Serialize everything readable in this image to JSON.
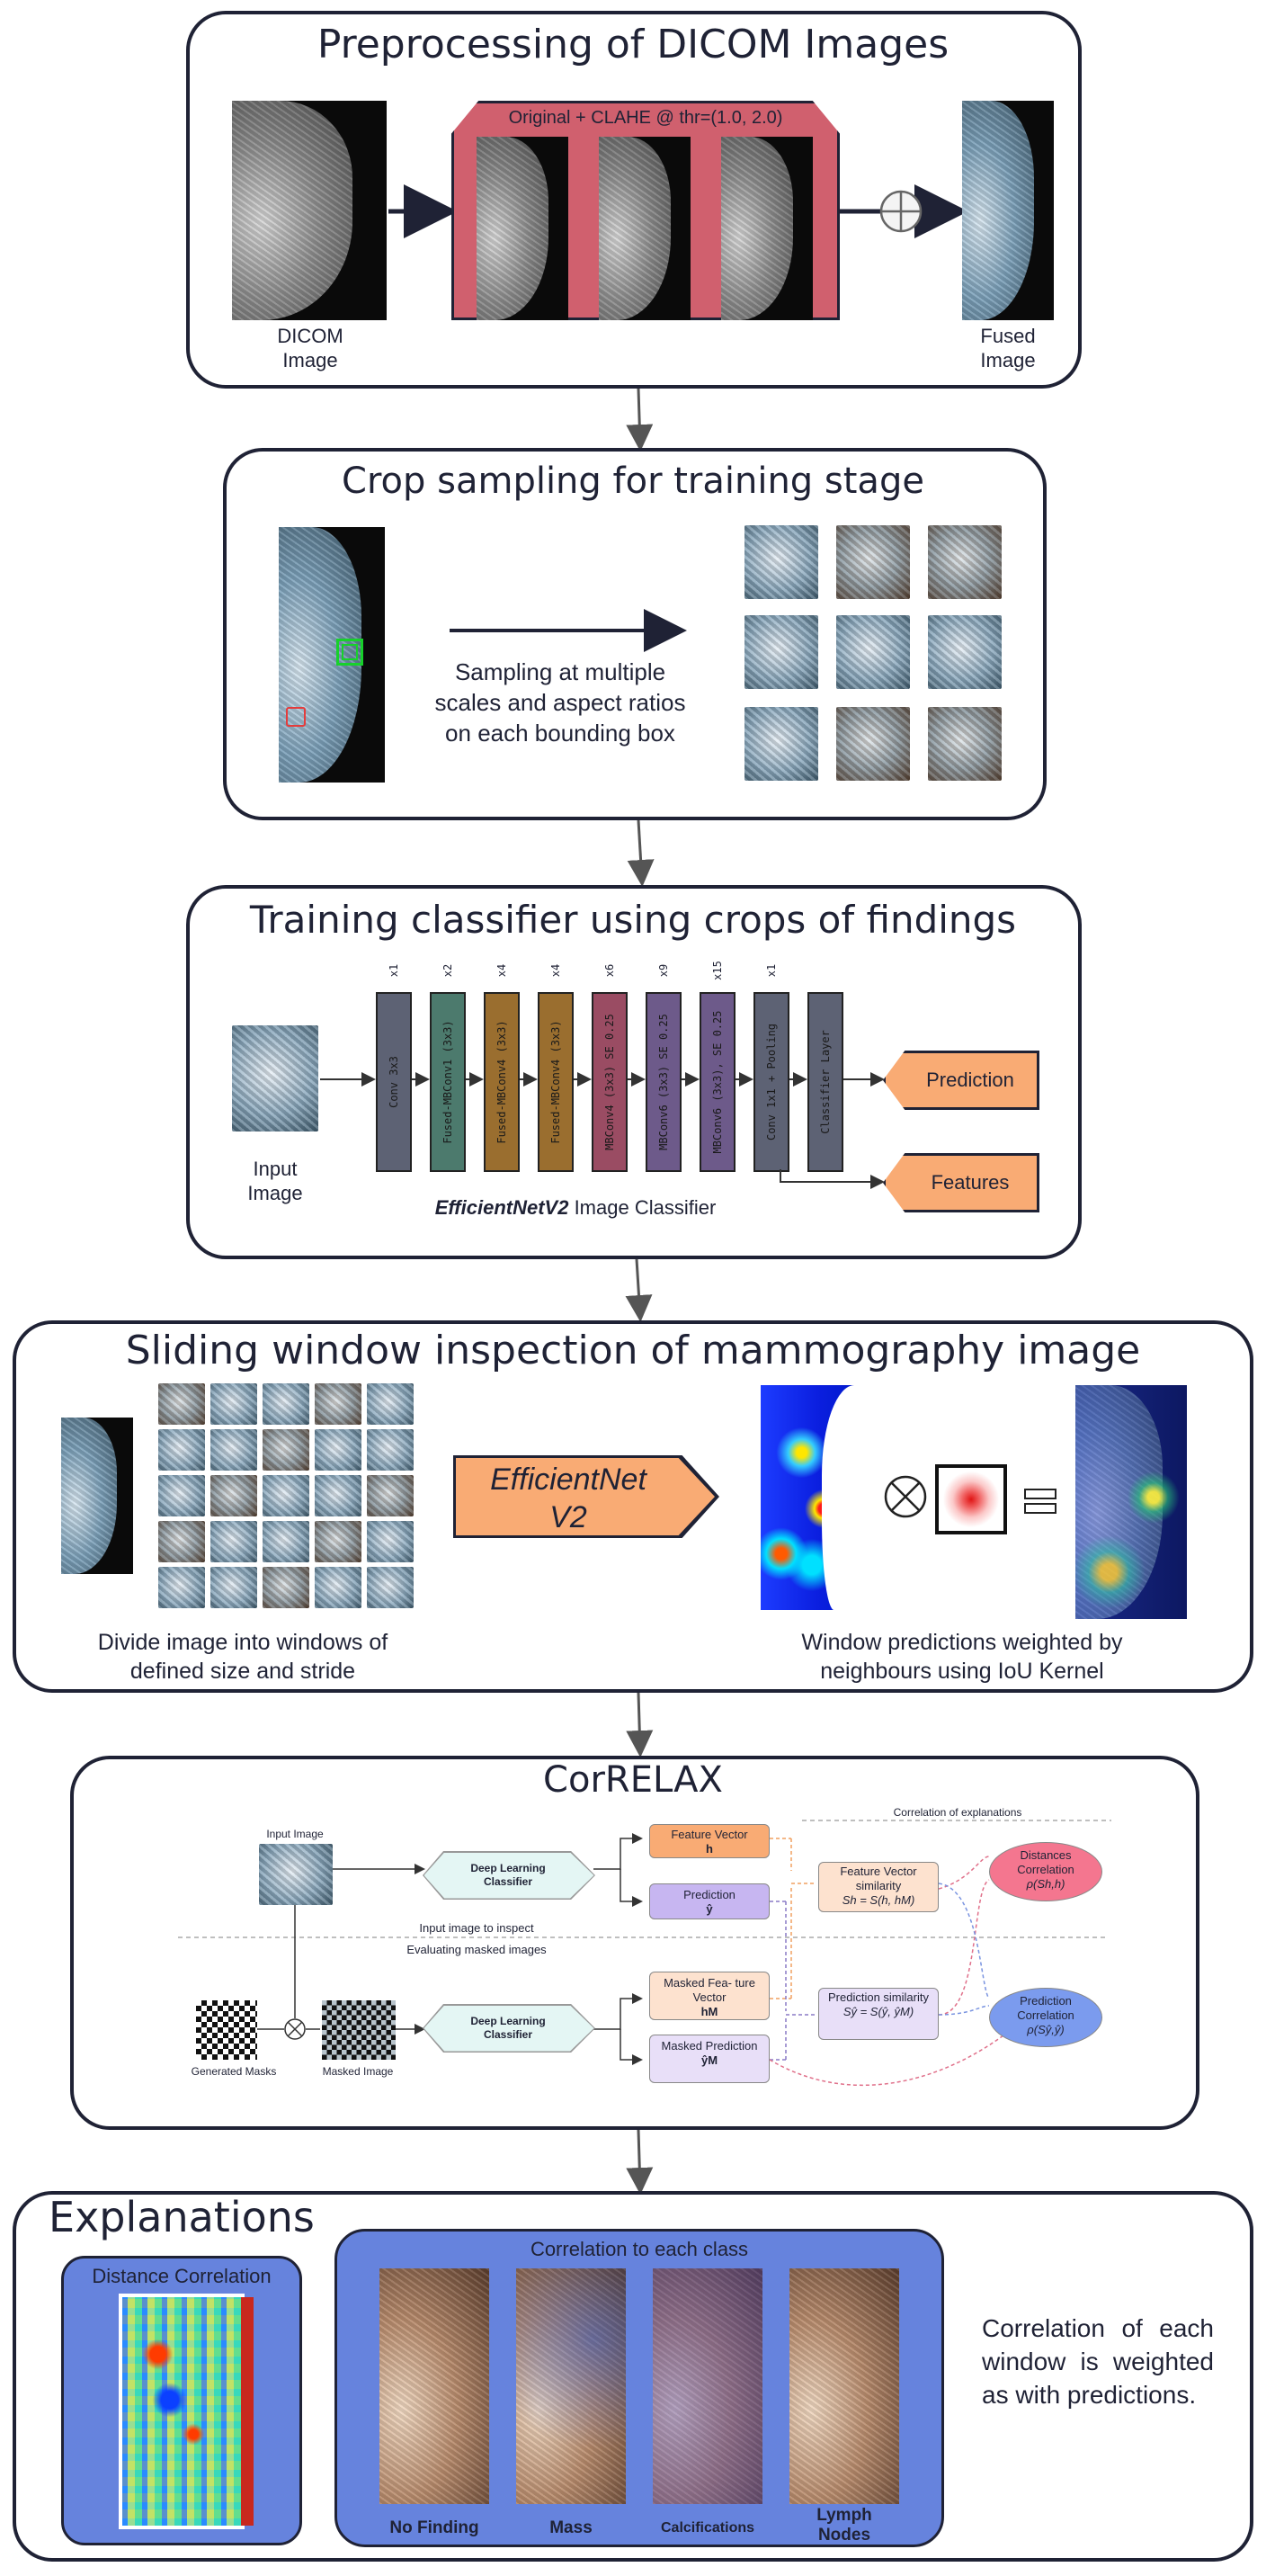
{
  "colors": {
    "border": "#1f2235",
    "clahe_pink": "#d0606e",
    "orange": "#f9ab74",
    "explain_blue": "#6683dd",
    "heat_blue": "#1d3cff"
  },
  "sec1": {
    "title": "Preprocessing of DICOM Images",
    "clahe_label": "Original + CLAHE @ thr=(1.0, 2.0)",
    "dicom_label": "DICOM Image",
    "fused_label": "Fused Image"
  },
  "sec2": {
    "title": "Crop sampling for training stage",
    "sampling_text": "Sampling at multiple scales and aspect ratios on each bounding box"
  },
  "sec3": {
    "title": "Training classifier using crops of findings",
    "input_label": "Input Image",
    "layers": [
      {
        "text": "Conv 3x3",
        "mult": "x1",
        "color": "#5d6274"
      },
      {
        "text": "Fused-MBConv1 (3x3)",
        "mult": "x2",
        "color": "#4c7a6d"
      },
      {
        "text": "Fused-MBConv4 (3x3)",
        "mult": "x4",
        "color": "#9a6e2f"
      },
      {
        "text": "Fused-MBConv4 (3x3)",
        "mult": "x4",
        "color": "#9a6e2f"
      },
      {
        "text": "MBConv4 (3x3) SE 0.25",
        "mult": "x6",
        "color": "#9a4c63"
      },
      {
        "text": "MBConv6 (3x3) SE 0.25",
        "mult": "x9",
        "color": "#6d5a8a"
      },
      {
        "text": "MBConv6 (3x3), SE 0.25",
        "mult": "x15",
        "color": "#6d5a8a"
      },
      {
        "text": "Conv 1x1 + Pooling",
        "mult": "x1",
        "color": "#5d6274"
      },
      {
        "text": "Classifier Layer",
        "mult": "",
        "color": "#5d6274"
      }
    ],
    "prediction": "Prediction",
    "features": "Features",
    "caption_bold": "EfficientNetV2",
    "caption_rest": " Image Classifier"
  },
  "sec4": {
    "title": "Sliding window inspection of mammography image",
    "model_label": "EfficientNet V2",
    "left_caption": "Divide image into windows of defined size and stride",
    "right_caption": "Window predictions weighted by neighbours using IoU Kernel"
  },
  "sec5": {
    "title": "CorRELAX",
    "input_image": "Input Image",
    "dl_classifier_top": "Deep Learning Classifier",
    "dl_classifier_bottom": "Deep Learning Classifier",
    "feature_vector": "Feature Vector",
    "feature_vector_sym": "h",
    "prediction": "Prediction",
    "prediction_sym": "ŷ",
    "masked_feature": "Masked Fea- ture Vector",
    "masked_feature_sym": "hM",
    "masked_prediction": "Masked Prediction",
    "masked_prediction_sym": "ŷM",
    "fv_similarity": "Feature Vector similarity",
    "fv_similarity_formula": "Sh = S(h, hM)",
    "pred_similarity": "Prediction similarity",
    "pred_similarity_formula": "Sŷ = S(ŷ, ŷM)",
    "distances_corr": "Distances Correlation",
    "distances_corr_sym": "ρ(Sh,h)",
    "prediction_corr": "Prediction Correlation",
    "prediction_corr_sym": "ρ(Sŷ,ŷ)",
    "corr_of_expl": "Correlation of explanations",
    "input_to_inspect": "Input image to inspect",
    "evaluating_masked": "Evaluating masked images",
    "generated_masks": "Generated Masks",
    "masked_image": "Masked Image"
  },
  "sec6": {
    "title": "Explanations",
    "distance_corr": "Distance Correlation",
    "corr_each_class": "Correlation to each class",
    "classes": [
      "No Finding",
      "Mass",
      "Calcifications",
      "Lymph Nodes"
    ],
    "side_text": "Correlation of each window is weighted as with predictions."
  }
}
